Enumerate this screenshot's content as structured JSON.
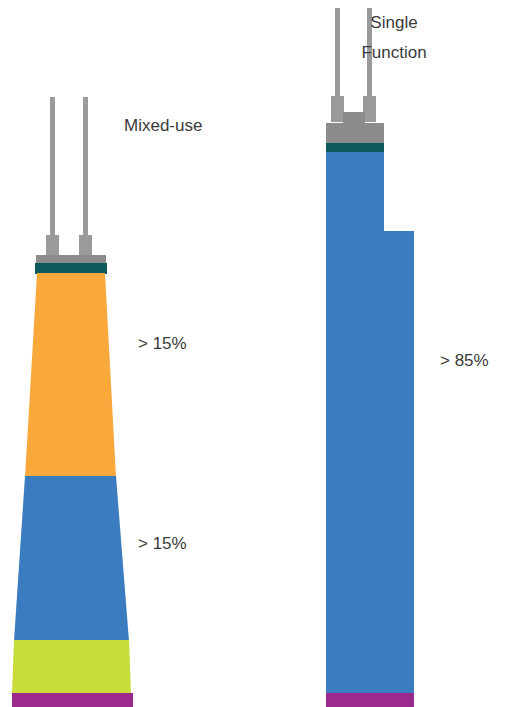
{
  "diagram": {
    "labels": [
      "Mixed-use",
      "> 15%",
      "> 15%",
      "Single Function",
      "> 85%"
    ]
  }
}
